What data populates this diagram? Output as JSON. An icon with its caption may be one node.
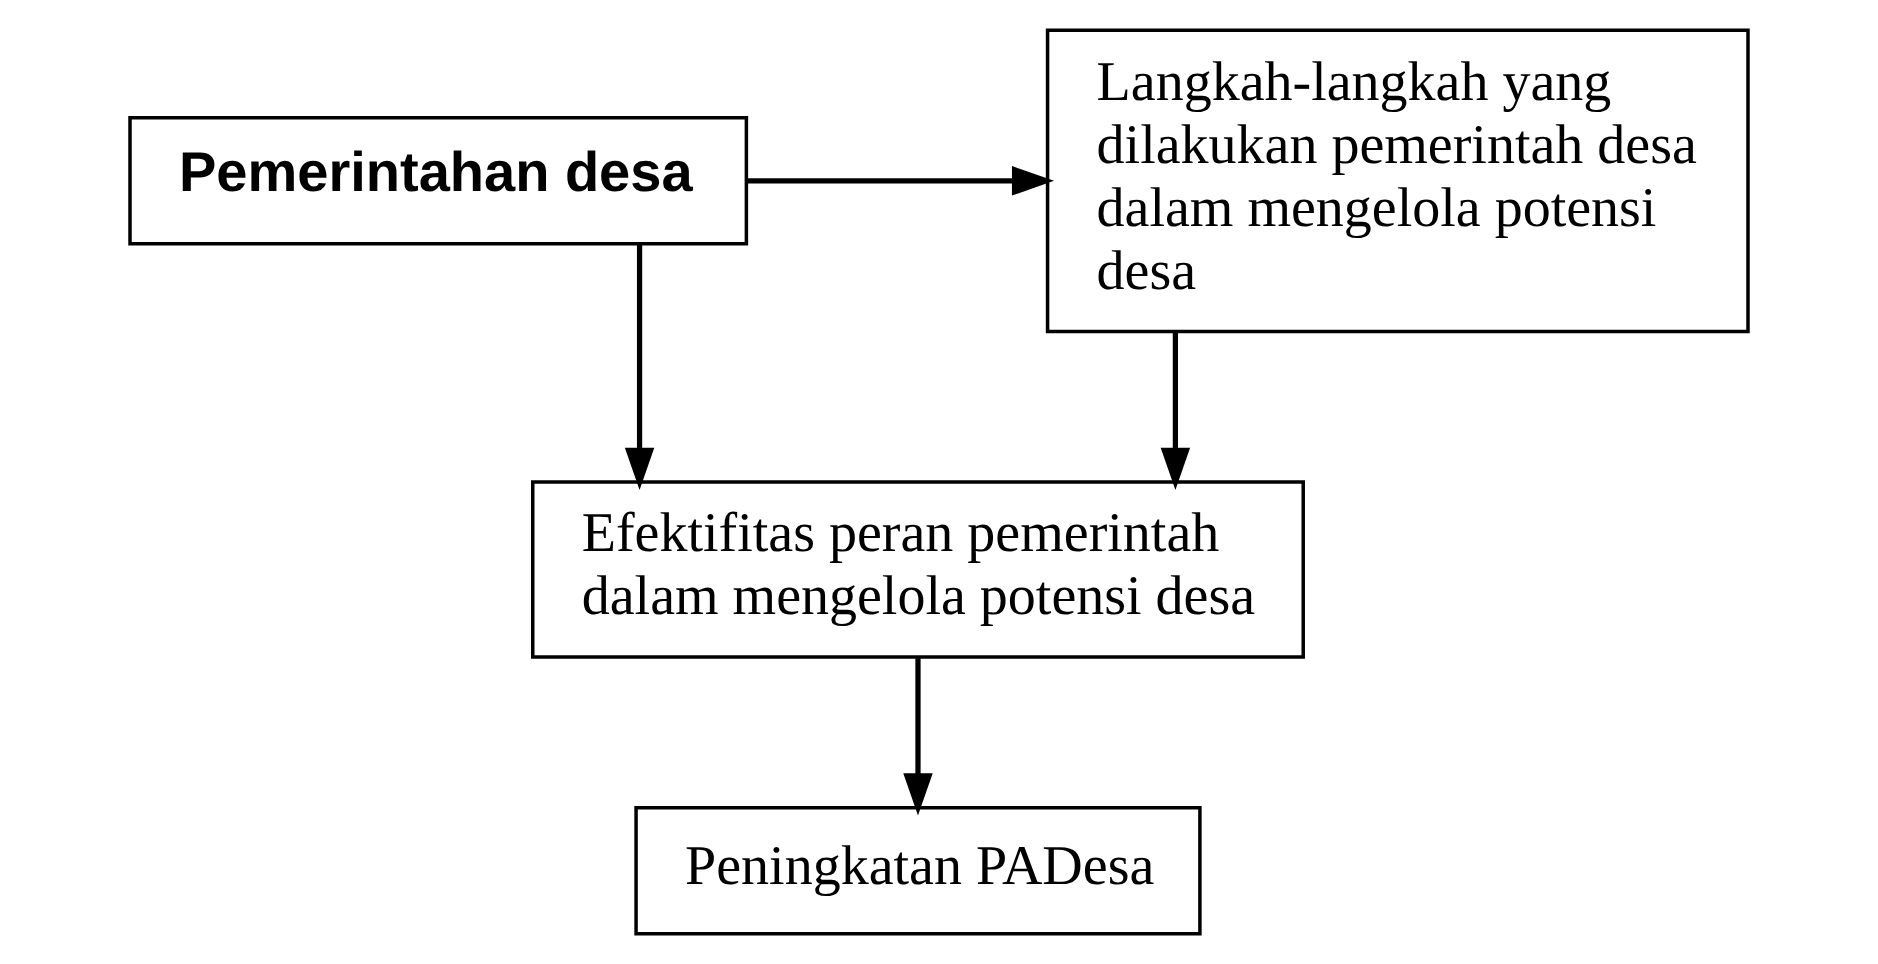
{
  "diagram": {
    "nodes": [
      {
        "text": [
          "Pemerintahan desa"
        ]
      },
      {
        "text": [
          "Langkah-langkah yang dilakukan pemerintah desa dalam mengelola potensi desa"
        ]
      },
      {
        "text": [
          "Efektifitas peran pemerintah dalam mengelola potensi desa"
        ]
      },
      {
        "text": [
          "Peningkatan PADesa"
        ]
      }
    ],
    "edges": [
      {
        "from": 0,
        "to": 1,
        "arrow": "to"
      },
      {
        "from": 0,
        "to": 2,
        "arrow": "to"
      },
      {
        "from": 1,
        "to": 2,
        "arrow": "to"
      },
      {
        "from": 2,
        "to": 3,
        "arrow": "to"
      }
    ]
  }
}
